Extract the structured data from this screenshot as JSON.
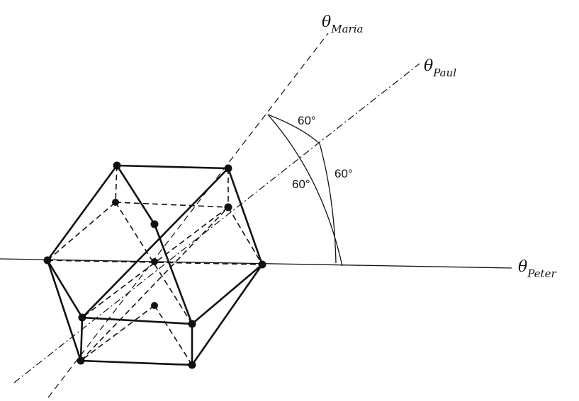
{
  "axes": {
    "maria": {
      "symbol": "θ",
      "subscript": "Maria"
    },
    "paul": {
      "symbol": "θ",
      "subscript": "Paul"
    },
    "peter": {
      "symbol": "θ",
      "subscript": "Peter"
    }
  },
  "angles": {
    "maria_paul": "60°",
    "maria_peter": "60°",
    "paul_peter": "60°"
  },
  "colors": {
    "ink": "#111111",
    "background": "#ffffff"
  }
}
